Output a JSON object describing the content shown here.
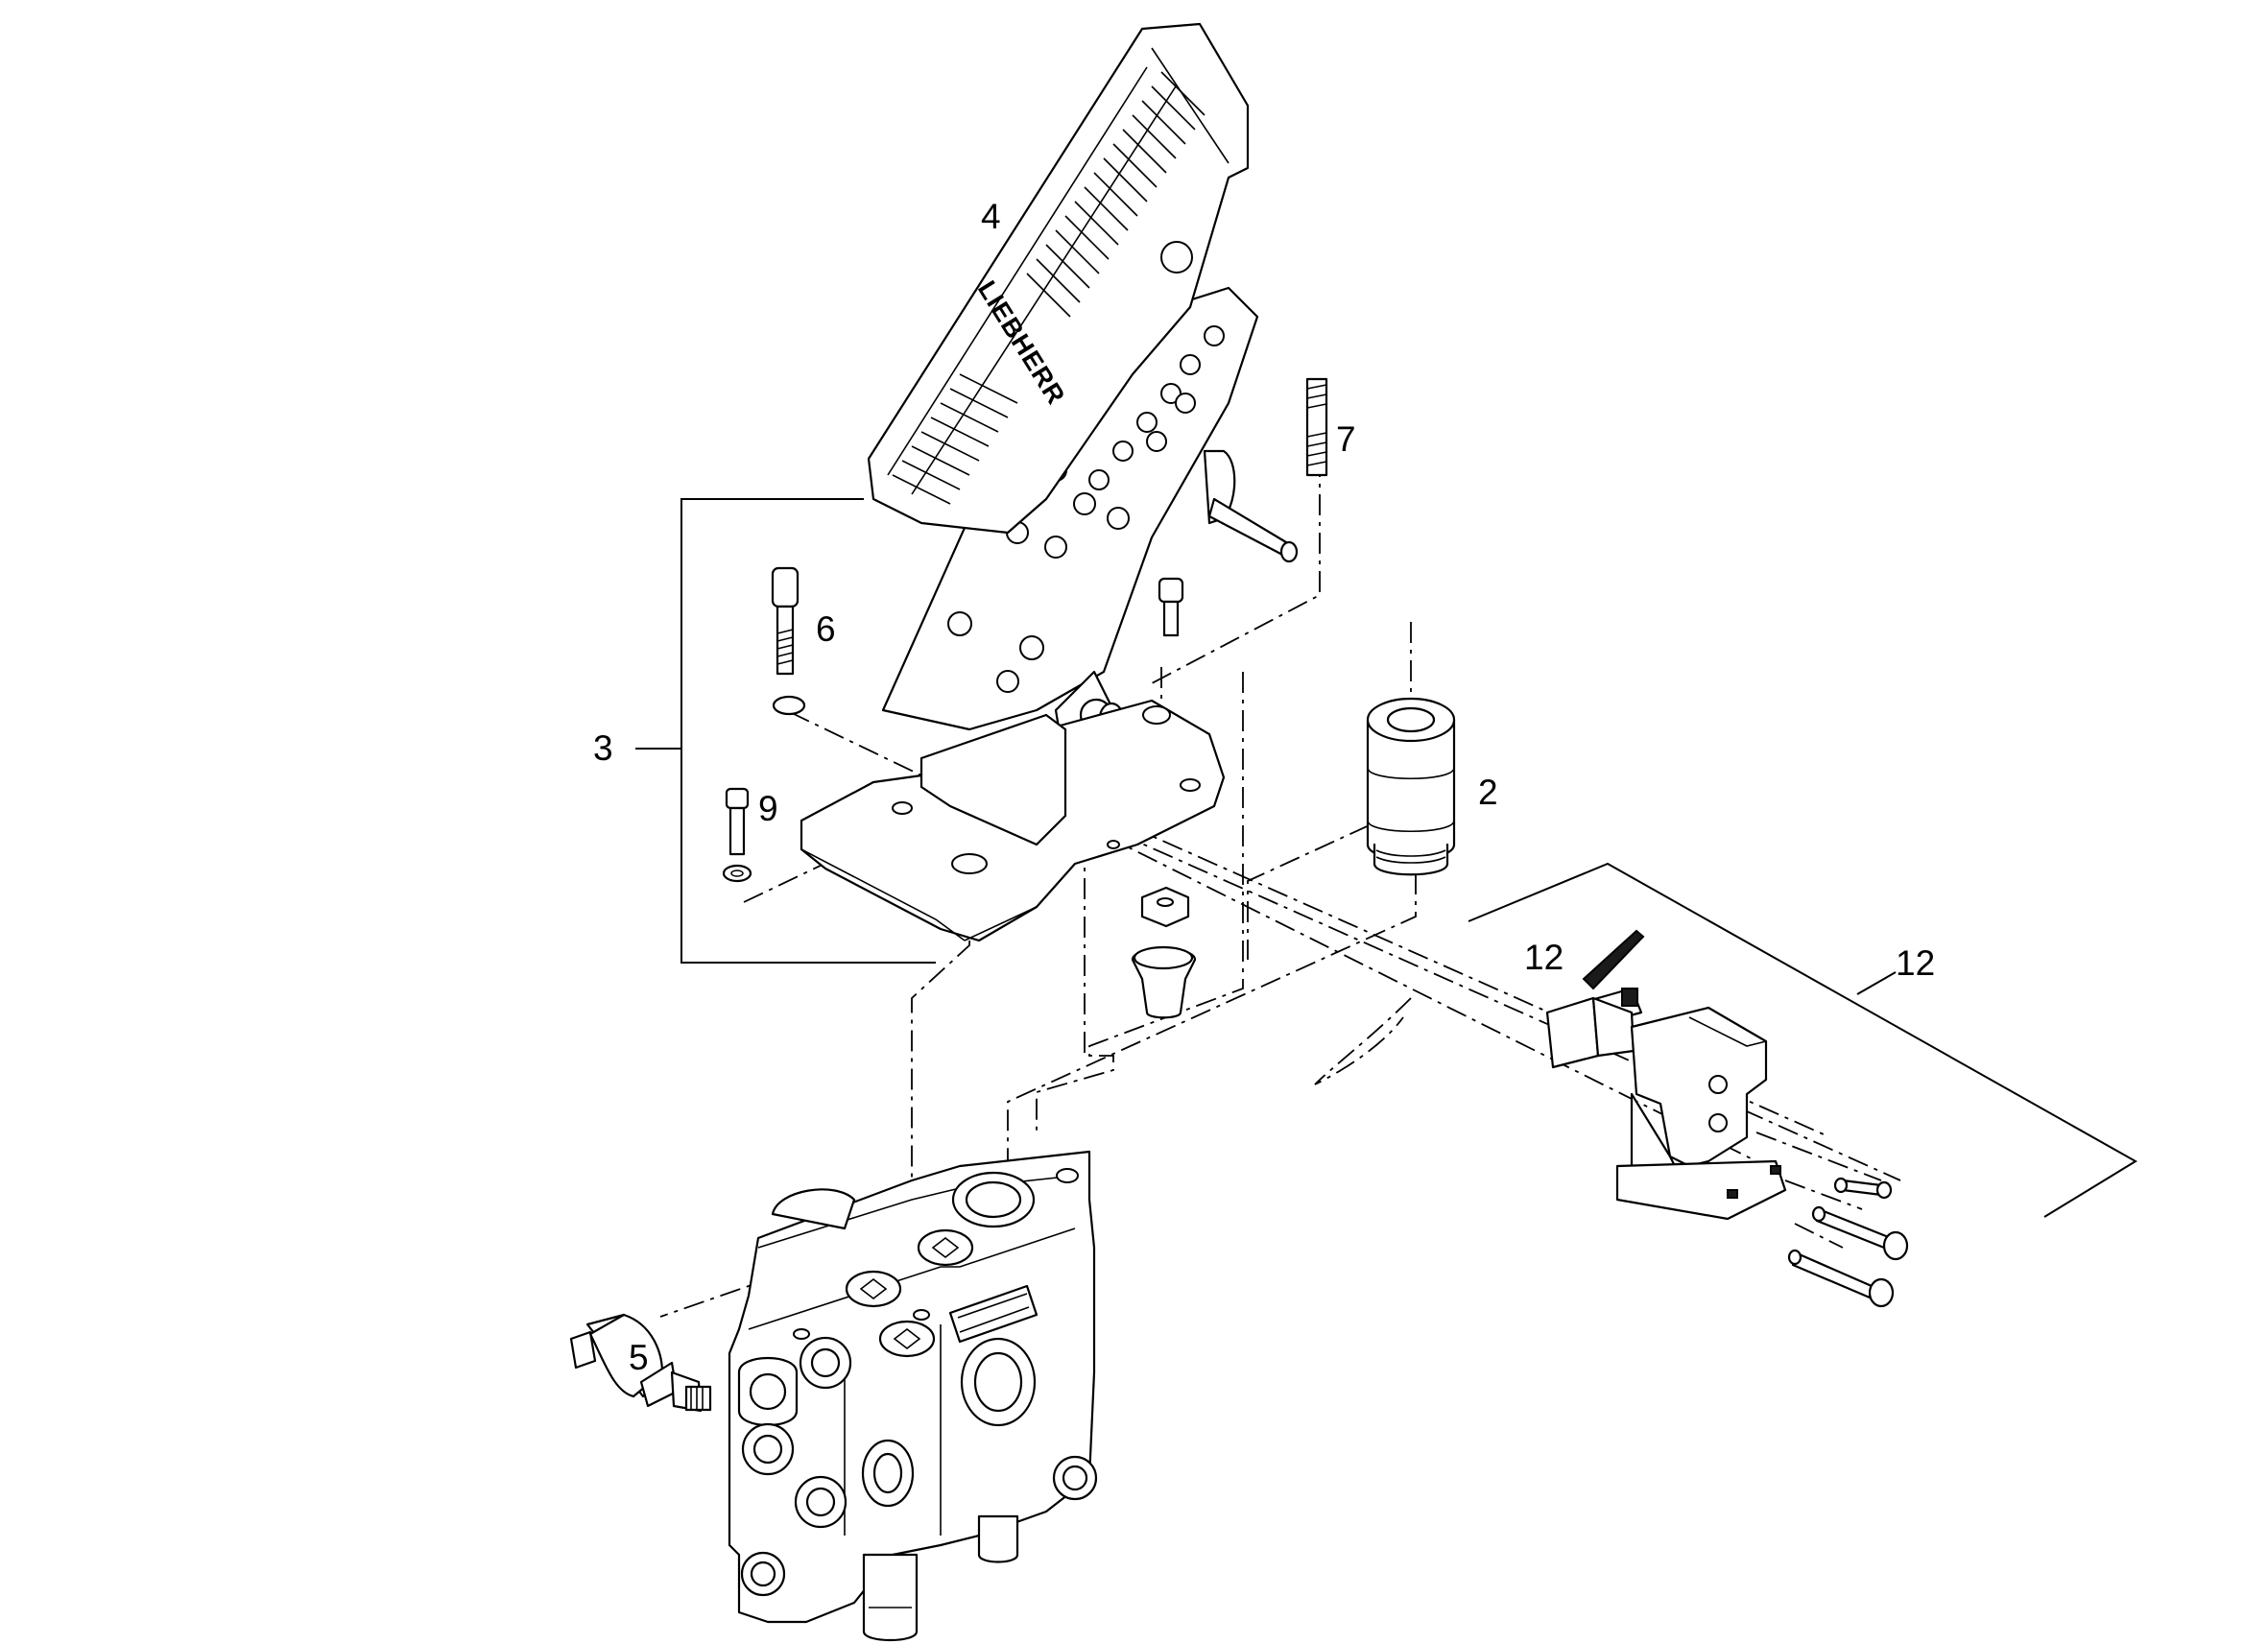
{
  "diagram": {
    "callouts": {
      "pedal": "4",
      "stud": "7",
      "screw_set": "6",
      "assembly": "3",
      "bolt": "9",
      "damper": "2",
      "switch_assembly": "12",
      "switch": "12",
      "sensor": "5"
    },
    "brand_text": "LIEBHERR"
  }
}
